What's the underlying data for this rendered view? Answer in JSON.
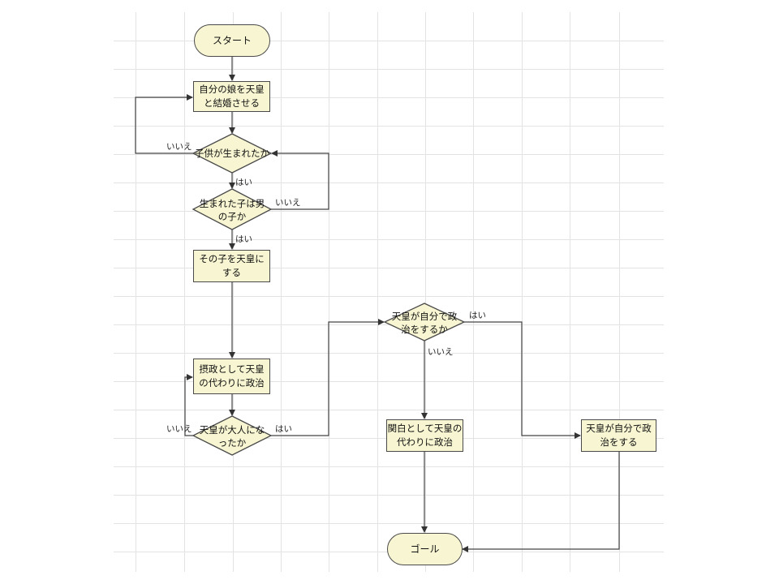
{
  "nodes": {
    "start": "スタート",
    "marry": "自分の娘を天皇と結婚させる",
    "child_born": "子供が生まれたか",
    "is_boy": "生まれた子は男の子か",
    "make_emperor": "その子を天皇にする",
    "sessho": "摂政として天皇の代わりに政治",
    "grown_up": "天皇が大人になったか",
    "self_rule_q": "天皇が自分で政治をするか",
    "kanpaku": "関白として天皇の代わりに政治",
    "self_rule": "天皇が自分で政治をする",
    "goal": "ゴール"
  },
  "labels": {
    "child_no": "いいえ",
    "child_yes": "はい",
    "boy_no": "いいえ",
    "boy_yes": "はい",
    "grown_no": "いいえ",
    "grown_yes": "はい",
    "self_yes": "はい",
    "self_no": "いいえ"
  },
  "colors": {
    "node_fill": "#f8f6d2",
    "stroke": "#4a4a4a",
    "grid": "#e3e3e3"
  }
}
